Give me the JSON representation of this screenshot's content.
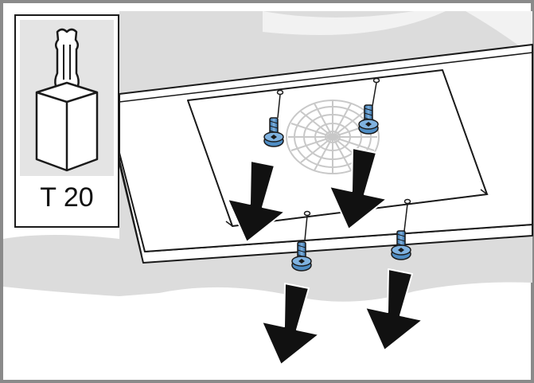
{
  "inset": {
    "label": "T 20",
    "tool_icon": "torx-bit-icon"
  },
  "scene": {
    "screws": 4,
    "arrows": 4,
    "colors": {
      "background_shape": "#dcdcdc",
      "frame_border": "#8a8a8a",
      "panel_fill": "#ffffff",
      "outline": "#1a1a1a",
      "arrow": "#111111",
      "screw": "#4f8dc4",
      "fan_grid": "#c8c8c8"
    }
  }
}
